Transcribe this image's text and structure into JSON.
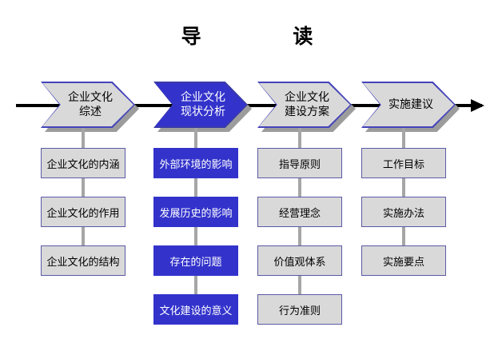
{
  "title": "导    读",
  "colors": {
    "accent_blue": "#3333CC",
    "box_gray": "#D9D9D9",
    "border_blue": "#5A5AA8",
    "connector_gray": "#A6A6A6",
    "axis_black": "#000000"
  },
  "axis": {
    "name": "process-flow-arrow",
    "direction": "left-to-right"
  },
  "stages": [
    {
      "id": "stage-1",
      "label": "企业文化\n综述",
      "style": "gray",
      "items": [
        {
          "label": "企业文化的内涵",
          "style": "gray"
        },
        {
          "label": "企业文化的作用",
          "style": "gray"
        },
        {
          "label": "企业文化的结构",
          "style": "gray"
        }
      ]
    },
    {
      "id": "stage-2",
      "label": "企业文化\n现状分析",
      "style": "blue",
      "items": [
        {
          "label": "外部环境的影响",
          "style": "blue"
        },
        {
          "label": "发展历史的影响",
          "style": "blue"
        },
        {
          "label": "存在的问题",
          "style": "blue"
        },
        {
          "label": "文化建设的意义",
          "style": "blue"
        }
      ]
    },
    {
      "id": "stage-3",
      "label": "企业文化\n建设方案",
      "style": "gray",
      "items": [
        {
          "label": "指导原则",
          "style": "gray"
        },
        {
          "label": "经营理念",
          "style": "gray"
        },
        {
          "label": "价值观体系",
          "style": "gray"
        },
        {
          "label": "行为准则",
          "style": "gray"
        }
      ]
    },
    {
      "id": "stage-4",
      "label": "实施建议",
      "style": "gray",
      "items": [
        {
          "label": "工作目标",
          "style": "gray"
        },
        {
          "label": "实施办法",
          "style": "gray"
        },
        {
          "label": "实施要点",
          "style": "gray"
        }
      ]
    }
  ]
}
